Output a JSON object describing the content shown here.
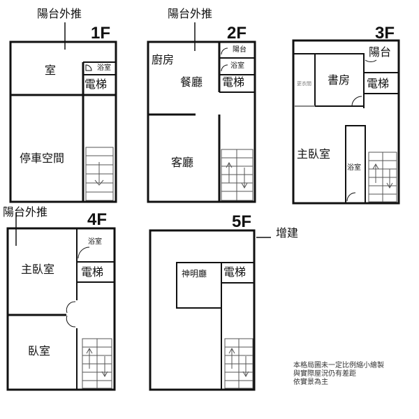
{
  "floors": [
    {
      "label": "1F",
      "annotation": "陽台外推",
      "rooms": {
        "room": "室",
        "bath": "浴室",
        "elevator": "電梯",
        "parking": "停車空間"
      }
    },
    {
      "label": "2F",
      "annotation": "陽台外推",
      "rooms": {
        "kitchen": "廚房",
        "dining": "餐廳",
        "balcony": "陽台",
        "bath": "浴室",
        "elevator": "電梯",
        "living": "客廳"
      }
    },
    {
      "label": "3F",
      "rooms": {
        "balcony": "陽台",
        "closet": "更衣間",
        "study": "書房",
        "elevator": "電梯",
        "master": "主臥室",
        "bath": "浴室"
      }
    },
    {
      "label": "4F",
      "annotation": "陽台外推",
      "rooms": {
        "bath": "浴室",
        "master": "主臥室",
        "elevator": "電梯",
        "bedroom": "臥室"
      }
    },
    {
      "label": "5F",
      "annotation": "增建",
      "rooms": {
        "shrine": "神明廳",
        "elevator": "電梯"
      }
    }
  ],
  "note": [
    "本格局圖未一定比例縮小繪製",
    "與實際屋況仍有差距",
    "依實景為主"
  ]
}
